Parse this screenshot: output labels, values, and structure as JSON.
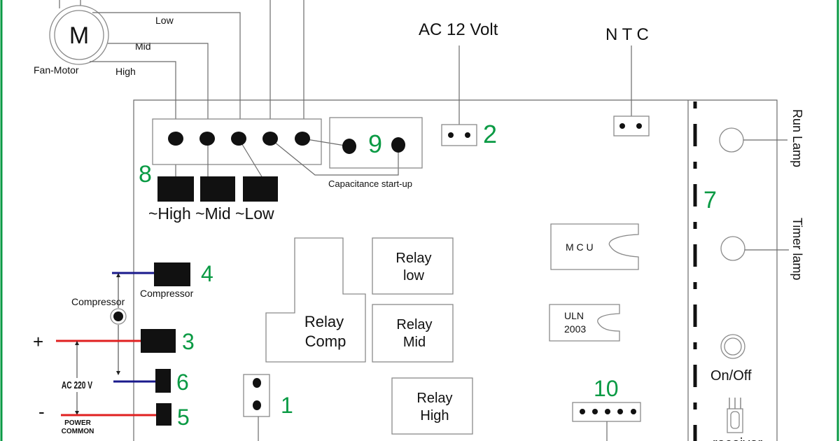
{
  "colors": {
    "accent_green": "#0a9a44",
    "live_wire": "#e02020",
    "compressor_wire": "#1a1a8c",
    "component": "#111111"
  },
  "motor": {
    "symbol": "M",
    "label": "Fan-Motor",
    "wires": {
      "low": "Low",
      "mid": "Mid",
      "high": "High"
    }
  },
  "connectors": {
    "c8": "8",
    "c9": "9",
    "c2": "2",
    "c7": "7",
    "c10": "10",
    "c4": "4",
    "c3": "3",
    "c6": "6",
    "c5": "5",
    "c1": "1"
  },
  "fan_outputs": "~High ~Mid ~Low",
  "capacitor_label": "Capacitance start-up",
  "ac12_label": "AC 12 Volt",
  "ntc_label": "N T C",
  "panel": {
    "run_lamp": "Run Lamp",
    "timer_lamp": "Timer lamp",
    "on_off": "On/Off",
    "receiver": "receiver"
  },
  "chips": {
    "mcu": "M C U",
    "uln_line1": "ULN",
    "uln_line2": "2003"
  },
  "relays": {
    "low": [
      "Relay",
      "low"
    ],
    "mid": [
      "Relay",
      "Mid"
    ],
    "high": [
      "Relay",
      "High"
    ],
    "comp": [
      "Relay",
      "Comp"
    ]
  },
  "power": {
    "compressor_right": "Compressor",
    "compressor_left": "Compressor",
    "plus": "+",
    "minus": "-",
    "ac220": "AC 220 V",
    "common1": "POWER",
    "common2": "COMMON"
  }
}
